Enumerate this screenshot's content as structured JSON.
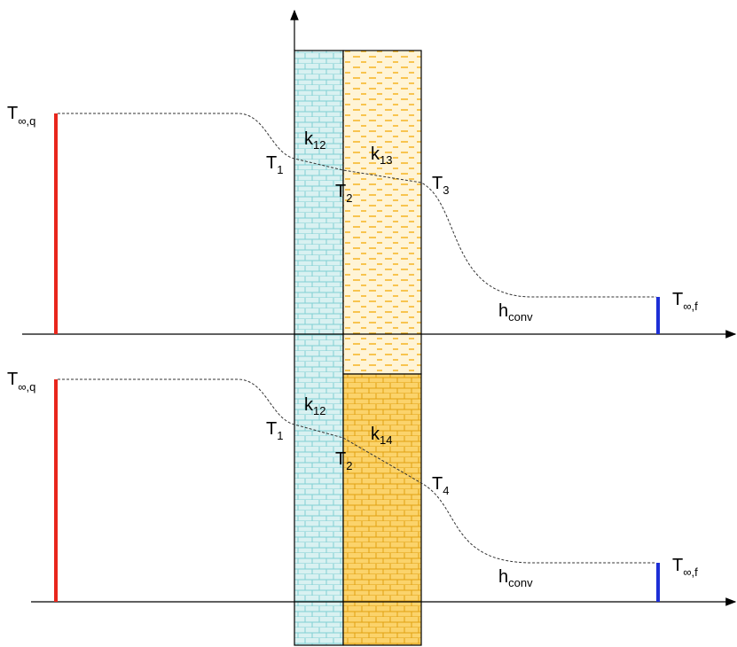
{
  "colors": {
    "hot_bar": "#e8261c",
    "cold_bar": "#1d2fd6",
    "layer_k12": "#d9f1f1",
    "layer_k12_pattern": "#7fcfd2",
    "layer_k13": "#fff4d6",
    "layer_k13_pattern": "#f5b522",
    "layer_k14": "#fbd36b",
    "layer_k14_pattern": "#e0a012",
    "axis": "#000000",
    "profile": "#333333"
  },
  "top": {
    "hot_fluid": {
      "base": "T",
      "sub": "∞,q"
    },
    "cold_fluid": {
      "base": "T",
      "sub": "∞,f"
    },
    "k_left": {
      "base": "k",
      "sub": "12"
    },
    "k_right": {
      "base": "k",
      "sub": "13"
    },
    "t1": {
      "base": "T",
      "sub": "1"
    },
    "t2": {
      "base": "T",
      "sub": "2"
    },
    "t_outer": {
      "base": "T",
      "sub": "3"
    },
    "h": {
      "base": "h",
      "sub": "conv"
    }
  },
  "bottom": {
    "hot_fluid": {
      "base": "T",
      "sub": "∞,q"
    },
    "cold_fluid": {
      "base": "T",
      "sub": "∞,f"
    },
    "k_left": {
      "base": "k",
      "sub": "12"
    },
    "k_right": {
      "base": "k",
      "sub": "14"
    },
    "t1": {
      "base": "T",
      "sub": "1"
    },
    "t2": {
      "base": "T",
      "sub": "2"
    },
    "t_outer": {
      "base": "T",
      "sub": "4"
    },
    "h": {
      "base": "h",
      "sub": "conv"
    }
  }
}
